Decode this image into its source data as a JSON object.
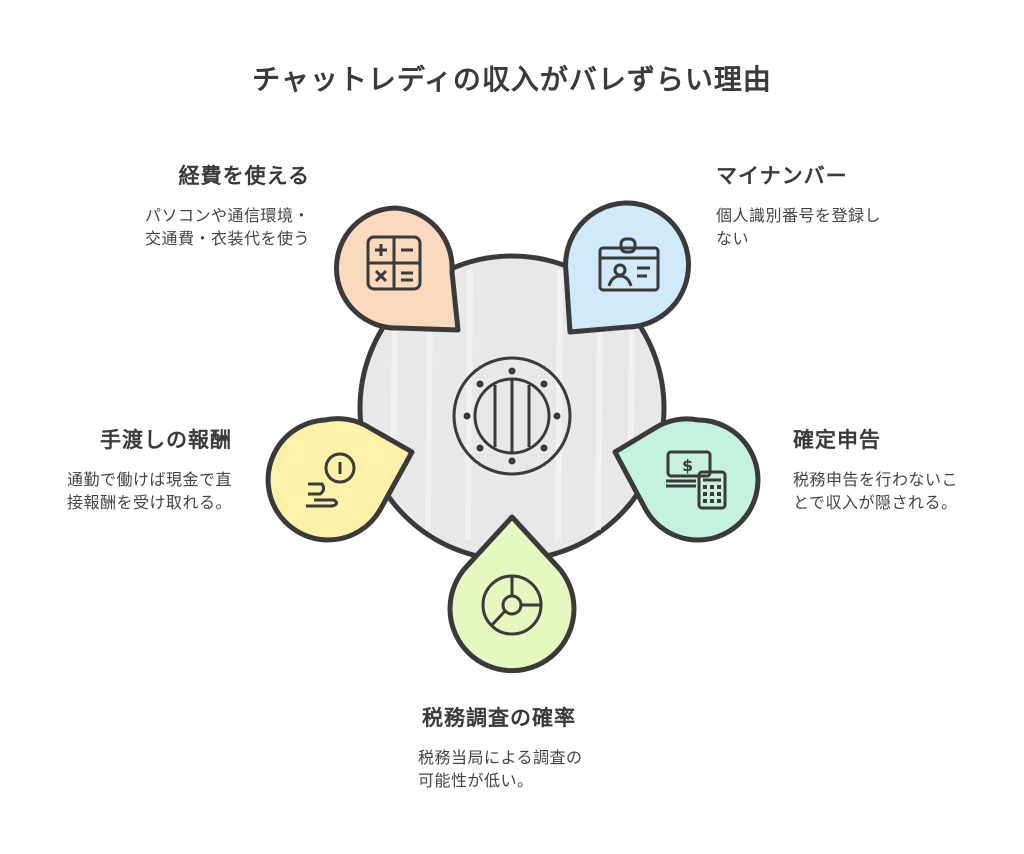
{
  "title": "チャットレディの収入がバレずらい理由",
  "center": {
    "icon": "vault-door-icon",
    "fill": "#e8e8e8"
  },
  "items": [
    {
      "id": "expenses",
      "heading": "経費を使える",
      "description": "パソコンや通信環境・\n交通費・衣装代を使う",
      "icon": "calculator-icon",
      "color": "#fbd9bd",
      "position": "top-left"
    },
    {
      "id": "my-number",
      "heading": "マイナンバー",
      "description": "個人識別番号を登録し\nない",
      "icon": "id-card-icon",
      "color": "#cfeaf8",
      "position": "top-right"
    },
    {
      "id": "cash-payment",
      "heading": "手渡しの報酬",
      "description": "通勤で働けば現金で直\n接報酬を受け取れる。",
      "icon": "hand-coin-icon",
      "color": "#fdf2a8",
      "position": "left"
    },
    {
      "id": "tax-return",
      "heading": "確定申告",
      "description": "税務申告を行わないこ\nとで収入が隠される。",
      "icon": "money-calculator-icon",
      "color": "#c4f2dc",
      "position": "right"
    },
    {
      "id": "audit-probability",
      "heading": "税務調査の確率",
      "description": "税務当局による調査の\n可能性が低い。",
      "icon": "pie-chart-icon",
      "color": "#e6f7bf",
      "position": "bottom"
    }
  ],
  "stroke_color": "#3a3a3a"
}
